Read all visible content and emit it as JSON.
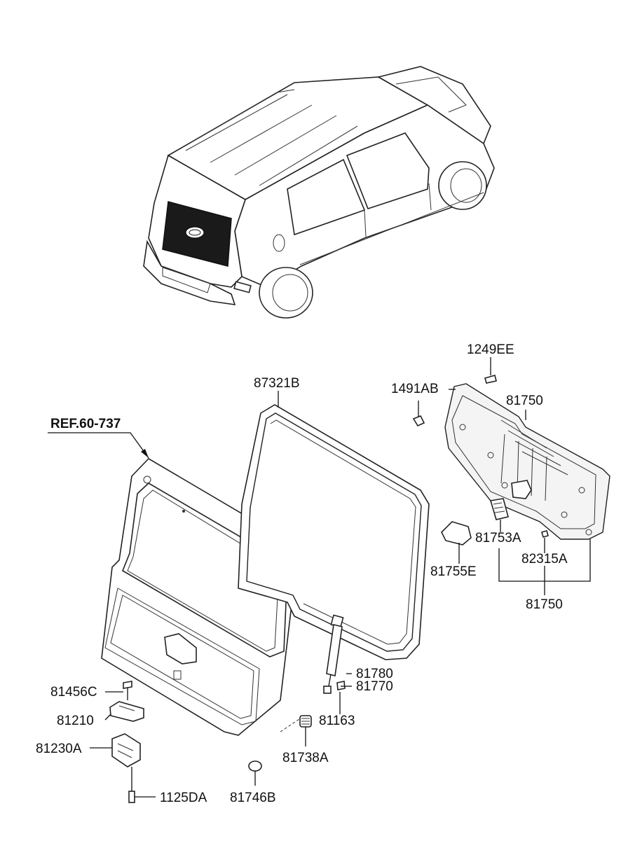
{
  "reference": "REF.60-737",
  "labels": {
    "l_1249EE": "1249EE",
    "l_87321B": "87321B",
    "l_1491AB": "1491AB",
    "l_81750_top": "81750",
    "l_81753A": "81753A",
    "l_82315A": "82315A",
    "l_81755E": "81755E",
    "l_81750_bottom": "81750",
    "l_81780": "81780",
    "l_81770": "81770",
    "l_81456C": "81456C",
    "l_81163": "81163",
    "l_81210": "81210",
    "l_81230A": "81230A",
    "l_81738A": "81738A",
    "l_1125DA": "1125DA",
    "l_81746B": "81746B"
  }
}
